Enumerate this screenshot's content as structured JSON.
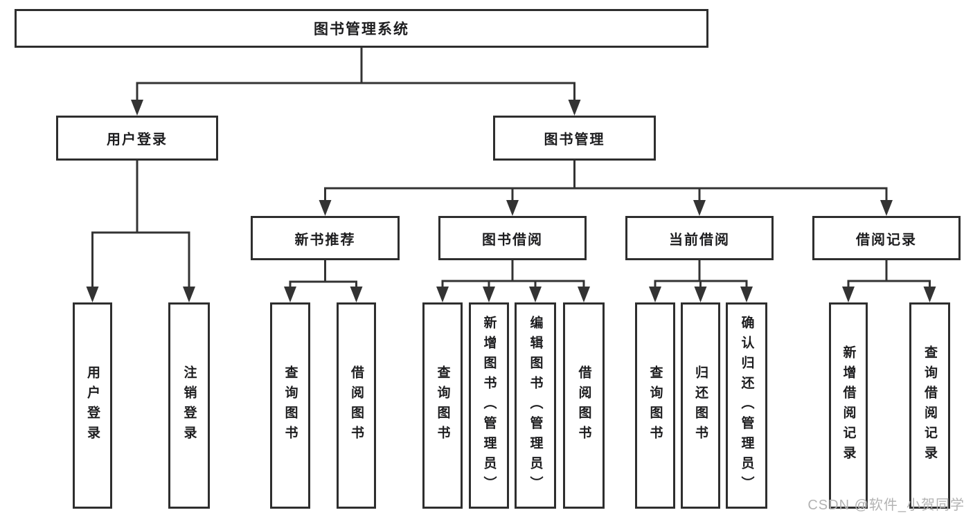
{
  "diagram": {
    "title": "图书管理系统",
    "nodes": [
      {
        "id": "root",
        "label": "图书管理系统",
        "parent": null,
        "vertical": false
      },
      {
        "id": "user-login",
        "label": "用户登录",
        "parent": "root",
        "vertical": false
      },
      {
        "id": "book-mgmt",
        "label": "图书管理",
        "parent": "root",
        "vertical": false
      },
      {
        "id": "new-book-rec",
        "label": "新书推荐",
        "parent": "book-mgmt",
        "vertical": false
      },
      {
        "id": "book-borrow",
        "label": "图书借阅",
        "parent": "book-mgmt",
        "vertical": false
      },
      {
        "id": "current-borrow",
        "label": "当前借阅",
        "parent": "book-mgmt",
        "vertical": false
      },
      {
        "id": "borrow-records",
        "label": "借阅记录",
        "parent": "book-mgmt",
        "vertical": false
      },
      {
        "id": "login",
        "label": "用户登录",
        "parent": "user-login",
        "vertical": true
      },
      {
        "id": "logout",
        "label": "注销登录",
        "parent": "user-login",
        "vertical": true
      },
      {
        "id": "rec-query-book",
        "label": "查询图书",
        "parent": "new-book-rec",
        "vertical": true
      },
      {
        "id": "rec-borrow-book",
        "label": "借阅图书",
        "parent": "new-book-rec",
        "vertical": true
      },
      {
        "id": "borrow-query-book",
        "label": "查询图书",
        "parent": "book-borrow",
        "vertical": true
      },
      {
        "id": "borrow-add-book",
        "label": "新增图书（管理员）",
        "parent": "book-borrow",
        "vertical": true
      },
      {
        "id": "borrow-edit-book",
        "label": "编辑图书（管理员）",
        "parent": "book-borrow",
        "vertical": true
      },
      {
        "id": "borrow-borrow-book",
        "label": "借阅图书",
        "parent": "book-borrow",
        "vertical": true
      },
      {
        "id": "cur-query-book",
        "label": "查询图书",
        "parent": "current-borrow",
        "vertical": true
      },
      {
        "id": "cur-return-book",
        "label": "归还图书",
        "parent": "current-borrow",
        "vertical": true
      },
      {
        "id": "cur-confirm-return",
        "label": "确认归还（管理员）",
        "parent": "current-borrow",
        "vertical": true
      },
      {
        "id": "rec-add-record",
        "label": "新增借阅记录",
        "parent": "borrow-records",
        "vertical": true
      },
      {
        "id": "rec-query-record",
        "label": "查询借阅记录",
        "parent": "borrow-records",
        "vertical": true
      }
    ]
  },
  "watermark": "CSDN @软件_小贺同学",
  "colors": {
    "line": "#333333",
    "box_border": "#2e2e2e",
    "text": "#1d1d1f",
    "background": "#ffffff",
    "watermark": "#b3b3b3"
  }
}
